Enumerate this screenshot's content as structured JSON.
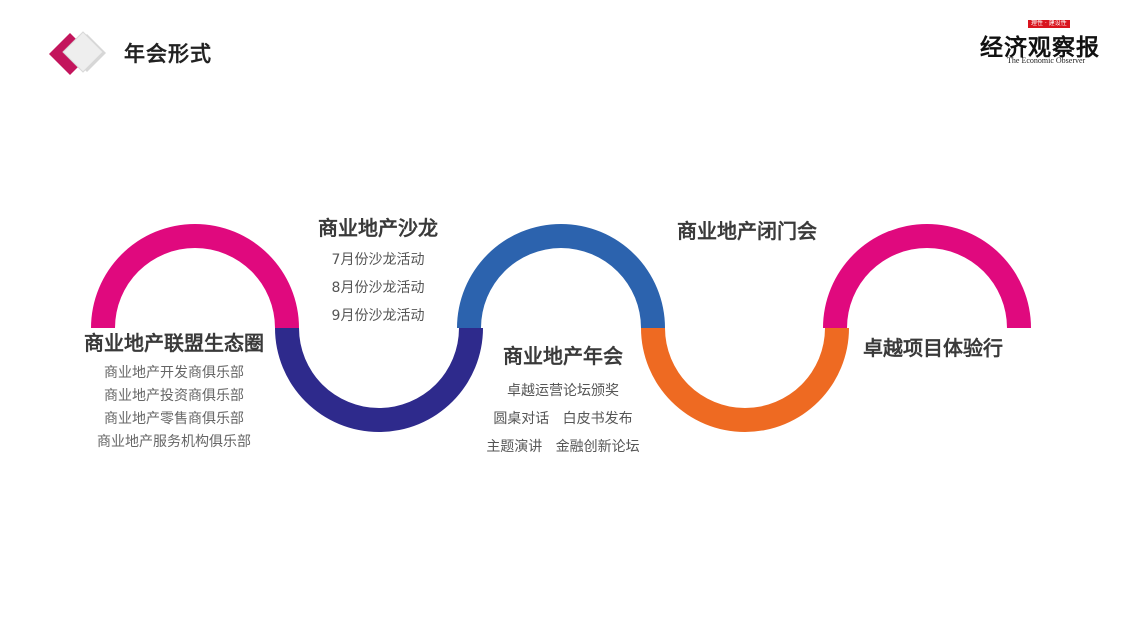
{
  "header": {
    "title": "年会形式"
  },
  "logo": {
    "badge": "理性 · 建设性",
    "name": "经济观察报",
    "subtitle": "The Economic Observer"
  },
  "colors": {
    "magenta": "#e0097e",
    "navy": "#2e2a8c",
    "blue": "#2c63ae",
    "orange": "#ee6a22"
  },
  "stages": [
    {
      "title": "商业地产联盟生态圈",
      "items": [
        "商业地产开发商俱乐部",
        "商业地产投资商俱乐部",
        "商业地产零售商俱乐部",
        "商业地产服务机构俱乐部"
      ]
    },
    {
      "title": "商业地产沙龙",
      "items": [
        "7月份沙龙活动",
        "8月份沙龙活动",
        "9月份沙龙活动"
      ]
    },
    {
      "title": "商业地产年会",
      "items": [
        "卓越运营论坛颁奖",
        "圆桌对话   白皮书发布",
        "主题演讲   金融创新论坛"
      ]
    },
    {
      "title": "商业地产闭门会",
      "items": []
    },
    {
      "title": "卓越项目体验行",
      "items": []
    }
  ]
}
